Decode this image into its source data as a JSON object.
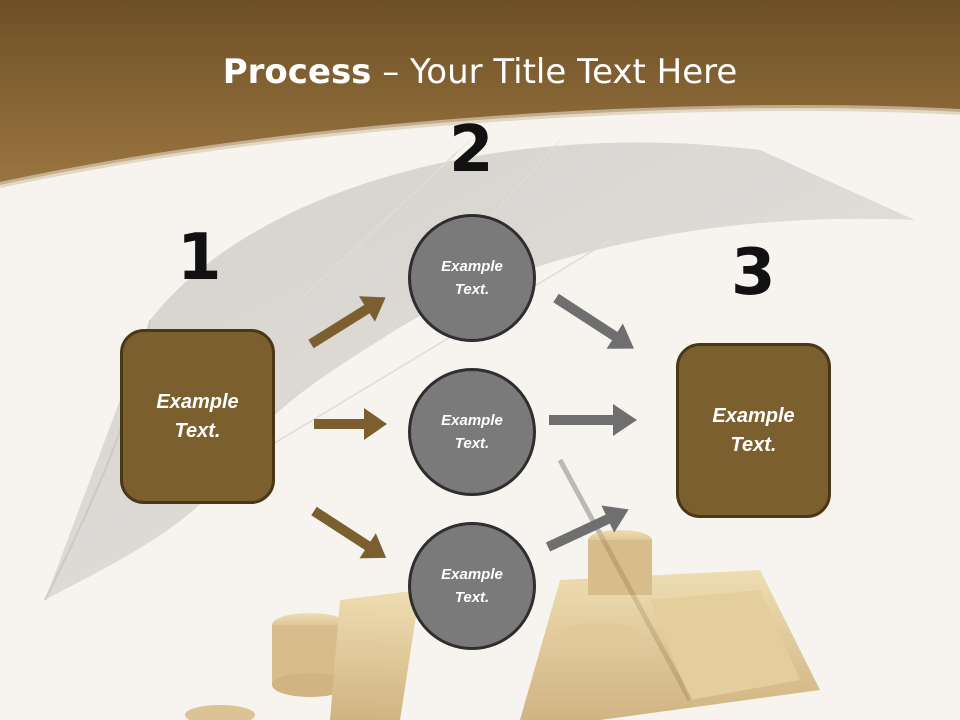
{
  "title": {
    "bold": "Process",
    "rest": " – Your Title Text Here"
  },
  "numbers": [
    "1",
    "2",
    "3"
  ],
  "box_left": {
    "line1": "Example",
    "line2": "Text."
  },
  "box_right": {
    "line1": "Example",
    "line2": "Text."
  },
  "circles": [
    {
      "line1": "Example",
      "line2": "Text."
    },
    {
      "line1": "Example",
      "line2": "Text."
    },
    {
      "line1": "Example",
      "line2": "Text."
    }
  ],
  "colors": {
    "header_brown": "#8b6a35",
    "box_fill": "#7c5f2e",
    "circle_fill": "#7a7a7a",
    "arrow_brown": "#7c5f2e",
    "arrow_gray": "#6f6f6f"
  }
}
